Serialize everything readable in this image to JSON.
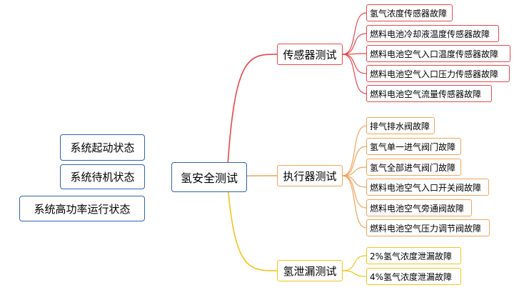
{
  "states": [
    "系统起动状态",
    "系统待机状态",
    "系统高功率运行状态"
  ],
  "root": "氢安全测试",
  "branches": [
    {
      "label": "传感器测试",
      "color": "#e8474b",
      "items": [
        "氢气浓度传感器故障",
        "燃料电池冷却液温度传感器故障",
        "燃料电池空气入口温度传感器故障",
        "燃料电池空气入口压力传感器故障",
        "燃料电池空气流量传感器故障"
      ]
    },
    {
      "label": "执行器测试",
      "color": "#f2a25a",
      "items": [
        "排气排水阀故障",
        "氢气单一进气阀门故障",
        "氢气全部进气阀门故障",
        "燃料电池空气入口开关阀故障",
        "燃料电池空气旁通阀故障",
        "燃料电池空气压力调节阀故障"
      ]
    },
    {
      "label": "氢泄漏测试",
      "color": "#f2c31b",
      "items": [
        "2%氢气浓度泄漏故障",
        "4%氢气浓度泄漏故障"
      ]
    }
  ]
}
